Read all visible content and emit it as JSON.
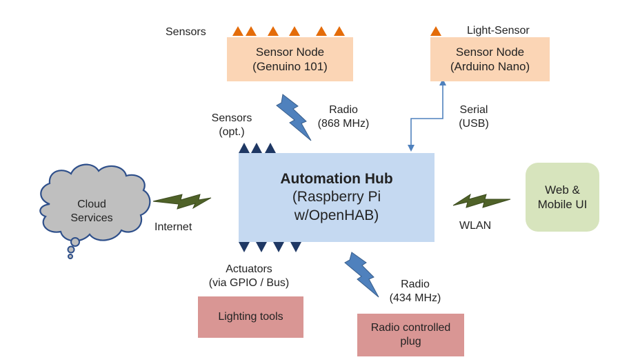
{
  "colors": {
    "peach": "#fbd5b5",
    "hub_blue": "#c5d9f1",
    "green": "#d7e4bd",
    "red": "#d99694",
    "cloud_gray": "#bfbfbf",
    "cloud_outline": "#2e4f8a",
    "sensor_orange": "#e46c0a",
    "triangle_navy": "#1f3864",
    "bolt_blue": "#4f81bd",
    "bolt_green": "#4f6228",
    "arrow_blue": "#4f81bd"
  },
  "sensor_node_1": {
    "line1": "Sensor Node",
    "line2": "(Genuino 101)"
  },
  "sensor_node_2": {
    "line1": "Sensor Node",
    "line2": "(Arduino Nano)"
  },
  "hub": {
    "title": "Automation Hub",
    "line2": "(Raspberry Pi",
    "line3": "w/OpenHAB)"
  },
  "web_ui": {
    "line1": "Web &",
    "line2": "Mobile UI"
  },
  "cloud": {
    "line1": "Cloud",
    "line2": "Services"
  },
  "lighting": {
    "label": "Lighting tools"
  },
  "plug": {
    "line1": "Radio controlled",
    "line2": "plug"
  },
  "labels": {
    "sensors_top": "Sensors",
    "light_sensor": "Light-Sensor",
    "radio_868_1": "Radio",
    "radio_868_2": "(868 MHz)",
    "serial_1": "Serial",
    "serial_2": "(USB)",
    "sensors_opt_1": "Sensors",
    "sensors_opt_2": "(opt.)",
    "internet": "Internet",
    "wlan": "WLAN",
    "actuators_1": "Actuators",
    "actuators_2": "(via GPIO / Bus)",
    "radio_434_1": "Radio",
    "radio_434_2": "(434 MHz)"
  },
  "icons": [
    "lightning-bolt-icon",
    "sensor-triangle-icon",
    "actuator-triangle-icon",
    "cloud-icon"
  ]
}
